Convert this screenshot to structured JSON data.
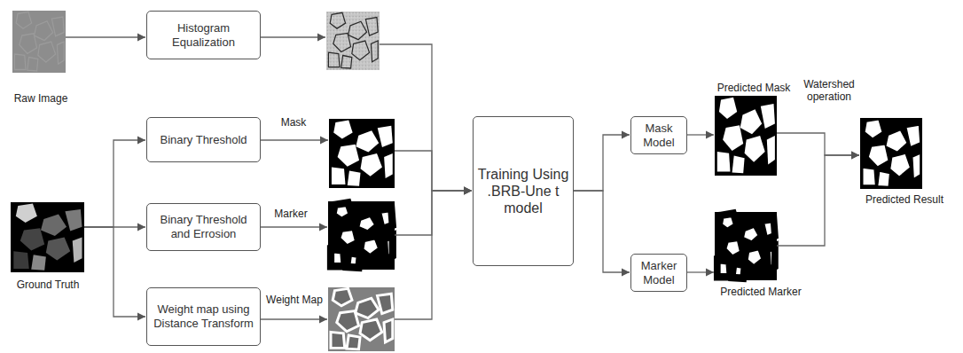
{
  "diagram": {
    "nodes": [
      {
        "text": [
          "Raw Image"
        ]
      },
      {
        "text": [
          "Histogram Equalization"
        ]
      },
      {
        "text": []
      },
      {
        "text": [
          "Ground Truth"
        ]
      },
      {
        "text": [
          "Binary Threshold"
        ]
      },
      {
        "text": [
          "Mask"
        ]
      },
      {
        "text": [
          "Binary Threshold and Errosion"
        ]
      },
      {
        "text": [
          "Marker"
        ]
      },
      {
        "text": [
          "Weight map using Distance Transform"
        ]
      },
      {
        "text": [
          "Weight Map"
        ]
      },
      {
        "text": [
          "Training Using .BRB-Une t model"
        ]
      },
      {
        "text": [
          "Mask Model"
        ]
      },
      {
        "text": [
          "Predicted Mask"
        ]
      },
      {
        "text": [
          "Marker Model"
        ]
      },
      {
        "text": [
          "Predicted Marker"
        ]
      },
      {
        "text": [
          "Predicted Result"
        ]
      }
    ],
    "edges": [
      {
        "from": 0,
        "to": 1,
        "arrow": "to"
      },
      {
        "from": 1,
        "to": 2,
        "arrow": "to"
      },
      {
        "from": 2,
        "to": 10,
        "arrow": "to"
      },
      {
        "from": 3,
        "to": 4,
        "arrow": "to"
      },
      {
        "from": 3,
        "to": 6,
        "arrow": "to"
      },
      {
        "from": 3,
        "to": 8,
        "arrow": "to"
      },
      {
        "from": 4,
        "to": 5,
        "arrow": "to"
      },
      {
        "from": 6,
        "to": 7,
        "arrow": "to"
      },
      {
        "from": 8,
        "to": 9,
        "arrow": "to"
      },
      {
        "from": 5,
        "to": 10,
        "arrow": "to"
      },
      {
        "from": 7,
        "to": 10,
        "arrow": "to"
      },
      {
        "from": 9,
        "to": 10,
        "arrow": "to"
      },
      {
        "from": 10,
        "to": 11,
        "arrow": "to"
      },
      {
        "from": 10,
        "to": 13,
        "arrow": "to"
      },
      {
        "from": 11,
        "to": 12,
        "arrow": "to"
      },
      {
        "from": 13,
        "to": 14,
        "arrow": "to"
      },
      {
        "from": 12,
        "to": 15,
        "arrow": "to"
      },
      {
        "from": 14,
        "to": 15,
        "arrow": "to"
      }
    ],
    "labels": [
      "Watershed operation"
    ]
  }
}
